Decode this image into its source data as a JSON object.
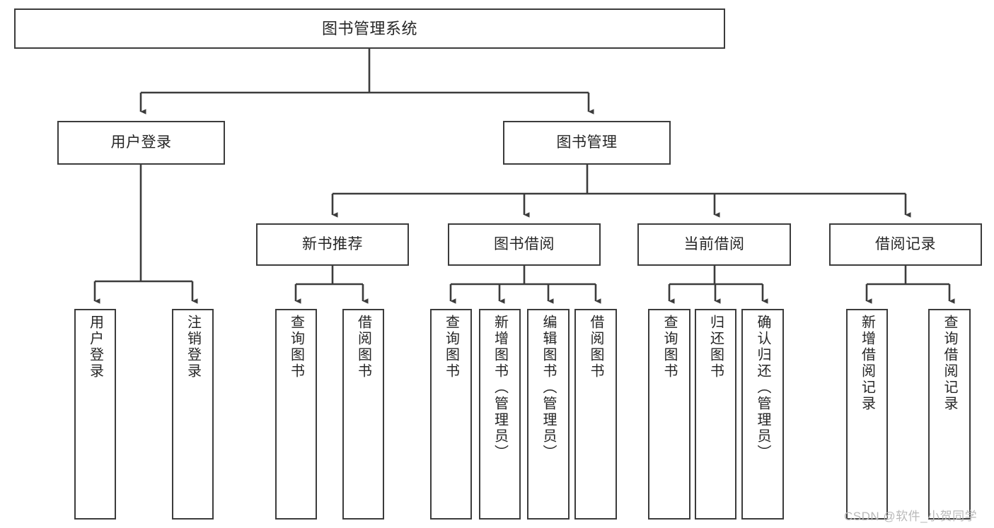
{
  "diagram": {
    "type": "tree-hierarchy",
    "title": "图书管理系统",
    "orientation": "top-down",
    "colors": {
      "box_border": "#3c3c3c",
      "box_fill": "#ffffff",
      "connector": "#3c3c3c",
      "text": "#262626",
      "watermark": "#b9b9b9",
      "background": "#ffffff"
    }
  },
  "root": {
    "label": "图书管理系统"
  },
  "level2": [
    {
      "id": "user-login",
      "label": "用户登录"
    },
    {
      "id": "book-management",
      "label": "图书管理"
    }
  ],
  "level3": [
    {
      "id": "new-book-recommend",
      "label": "新书推荐",
      "parent": "book-management"
    },
    {
      "id": "book-borrow",
      "label": "图书借阅",
      "parent": "book-management"
    },
    {
      "id": "current-borrow",
      "label": "当前借阅",
      "parent": "book-management"
    },
    {
      "id": "borrow-record",
      "label": "借阅记录",
      "parent": "book-management"
    }
  ],
  "leaves": [
    {
      "id": "leaf-user-login",
      "label": "用户登录",
      "parent": "user-login"
    },
    {
      "id": "leaf-logout-login",
      "label": "注销登录",
      "parent": "user-login"
    },
    {
      "id": "leaf-query-book-1",
      "label": "查询图书",
      "parent": "new-book-recommend"
    },
    {
      "id": "leaf-borrow-book-1",
      "label": "借阅图书",
      "parent": "new-book-recommend"
    },
    {
      "id": "leaf-query-book-2",
      "label": "查询图书",
      "parent": "book-borrow"
    },
    {
      "id": "leaf-add-book",
      "label": "新增图书（管理员）",
      "parent": "book-borrow"
    },
    {
      "id": "leaf-edit-book",
      "label": "编辑图书（管理员）",
      "parent": "book-borrow"
    },
    {
      "id": "leaf-borrow-book-2",
      "label": "借阅图书",
      "parent": "book-borrow"
    },
    {
      "id": "leaf-query-book-3",
      "label": "查询图书",
      "parent": "current-borrow"
    },
    {
      "id": "leaf-return-book",
      "label": "归还图书",
      "parent": "current-borrow"
    },
    {
      "id": "leaf-confirm-return",
      "label": "确认归还（管理员）",
      "parent": "current-borrow"
    },
    {
      "id": "leaf-add-borrow-record",
      "label": "新增借阅记录",
      "parent": "borrow-record"
    },
    {
      "id": "leaf-query-borrow-record",
      "label": "查询借阅记录",
      "parent": "borrow-record"
    }
  ],
  "watermark": {
    "text": "CSDN @软件_小贺同学"
  }
}
